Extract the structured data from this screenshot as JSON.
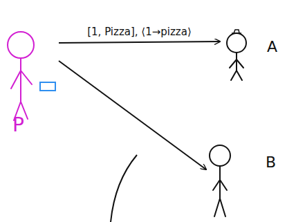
{
  "diagram": {
    "nodes": [
      {
        "text": [
          "P"
        ]
      },
      {
        "text": [
          "A"
        ]
      },
      {
        "text": [
          "B"
        ]
      }
    ],
    "edges": [
      {
        "from": 0,
        "to": 1,
        "arrow": "to",
        "label": "[1, Pizza], ⟨1→pizza⟩"
      },
      {
        "from": 0,
        "to": 2,
        "arrow": "to"
      }
    ]
  }
}
